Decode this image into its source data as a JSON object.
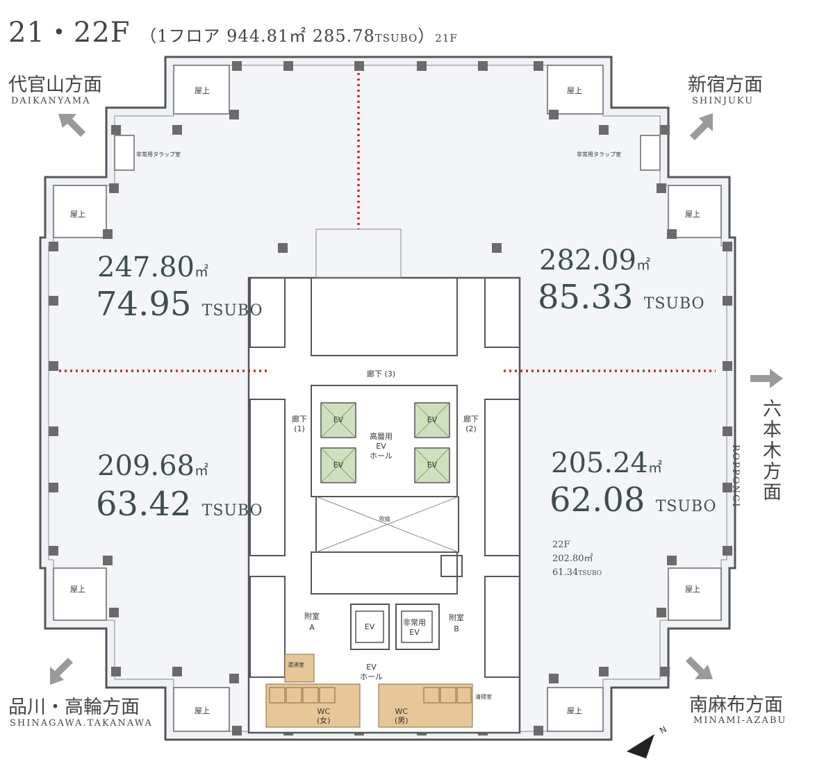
{
  "header": {
    "floors": "21・22F",
    "detail": "（1フロア  944.81㎡  285.78",
    "tsubo_unit": "TSUBO",
    "close": "）",
    "note": "21F"
  },
  "directions": {
    "daikanyama": {
      "jp": "代官山方面",
      "en": "DAIKANYAMA"
    },
    "shinjuku": {
      "jp": "新宿方面",
      "en": "SHINJUKU"
    },
    "roppongi": {
      "jp": "六本木方面",
      "en": "ROPPONGI"
    },
    "shinagawa": {
      "jp": "品川・高輪方面",
      "en": "SHINAGAWA.TAKANAWA"
    },
    "minami_azabu": {
      "jp": "南麻布方面",
      "en": "MINAMI-AZABU"
    }
  },
  "zones": {
    "nw": {
      "m2": "247.80",
      "tsubo": "74.95"
    },
    "ne": {
      "m2": "282.09",
      "tsubo": "85.33"
    },
    "sw": {
      "m2": "209.68",
      "tsubo": "63.42"
    },
    "se": {
      "m2": "205.24",
      "tsubo": "62.08"
    },
    "m2_unit": "㎡",
    "tsubo_unit": "TSUBO"
  },
  "floor22": {
    "label": "22F",
    "m2": "202.80㎡",
    "tsubo": "61.34",
    "tsubo_unit": "TSUBO"
  },
  "rooms": {
    "rooftop": "屋上",
    "trap": "非常用タラップ室",
    "corridor1": "廊下\n(1)",
    "corridor2": "廊下\n(2)",
    "corridor3": "廊下 (3)",
    "hall_high": "高層用\nEV\nホール",
    "ev": "EV",
    "void": "吹抜",
    "annex_a": "附室\nA",
    "annex_b": "附室\nB",
    "emergency_ev": "非常用\nEV",
    "ev_hall": "EV\nホール",
    "kitchen": "湯沸室",
    "storage": "清掃室",
    "wc_f": "WC\n(女)",
    "wc_m": "WC\n(男)"
  },
  "compass": "N",
  "colors": {
    "line": "#555555",
    "column": "#6b6b6b",
    "ev": "#cfe0bf",
    "wc": "#e6c79a",
    "divider": "#c0282b",
    "arrow": "#9a9a9a",
    "wall_fill": "#eef1f6"
  }
}
